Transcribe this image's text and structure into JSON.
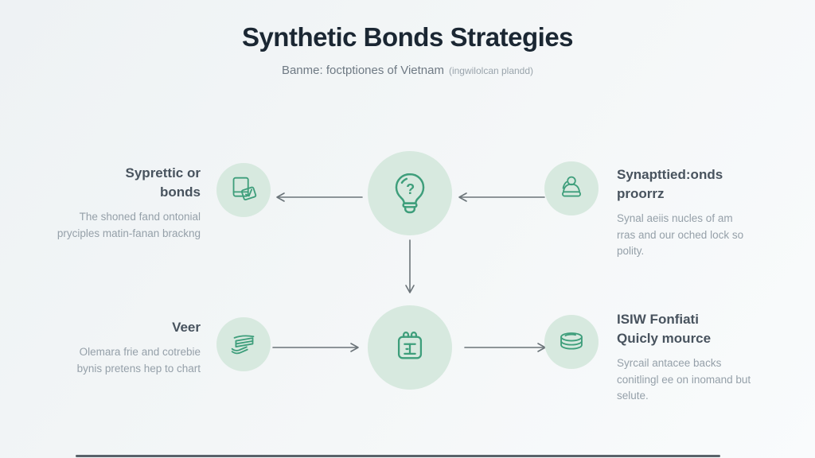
{
  "colors": {
    "background": "#f2f5f6",
    "accent_green": "#3e9e7b",
    "circle_fill": "#d7e9df",
    "title_color": "#1b2733",
    "heading_color": "#48535e",
    "body_color": "#95a0a9",
    "arrow_color": "#6b7479"
  },
  "header": {
    "title": "Synthetic Bonds Strategies",
    "subtitle": "Banme: foctptiones of Vietnam",
    "subtitle_note": "(ingwilolcan plandd)"
  },
  "nodes": {
    "top_left": {
      "icon": "document-check-icon",
      "heading": "Syprettic or\nbonds",
      "body": "The shoned fand ontonial\npryciples matin-fanan brackng"
    },
    "top_center": {
      "icon": "lightbulb-question-icon",
      "question_mark": "?"
    },
    "top_right": {
      "icon": "person-icon",
      "heading": "Synapttied:onds\nproorrz",
      "body": "Synal aeiis nucles of am\nrras and our oched lock so\npolity."
    },
    "bottom_left": {
      "icon": "hand-money-icon",
      "heading": "Veer",
      "body": "Olemara frie and cotrebie\nbynis pretens hep to chart"
    },
    "bottom_center": {
      "icon": "calendar-icon"
    },
    "bottom_right": {
      "icon": "coins-icon",
      "heading": "ISIW Fonfiati\nQuicly mource",
      "body": "Syrcail antacee backs\nconitlingl ee on inomand but\nselute."
    }
  }
}
